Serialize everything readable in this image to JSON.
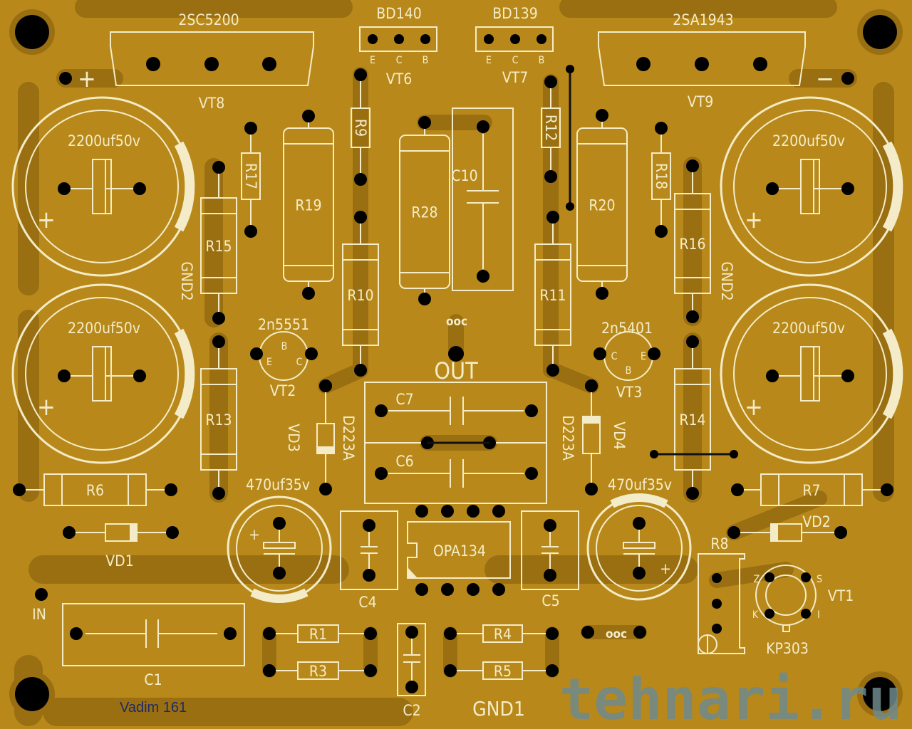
{
  "board": {
    "colors": {
      "substrate": "#b8891a",
      "copper": "#9a6f12",
      "silkscreen": "#f4ecc8",
      "pad": "#000000"
    },
    "power": {
      "plus": "+",
      "minus": "−",
      "gnd2_left": "GND2",
      "gnd2_right": "GND2",
      "gnd1": "GND1"
    },
    "transistors": {
      "vt8": {
        "part": "2SC5200",
        "ref": "VT8"
      },
      "vt9": {
        "part": "2SA1943",
        "ref": "VT9"
      },
      "vt6": {
        "part": "BD140",
        "ref": "VT6",
        "pins": [
          "E",
          "C",
          "B"
        ]
      },
      "vt7": {
        "part": "BD139",
        "ref": "VT7",
        "pins": [
          "E",
          "C",
          "B"
        ]
      },
      "vt2": {
        "part": "2n5551",
        "ref": "VT2",
        "pins": [
          "E",
          "B",
          "C"
        ]
      },
      "vt3": {
        "part": "2n5401",
        "ref": "VT3",
        "pins": [
          "C",
          "B",
          "E"
        ]
      },
      "vt1": {
        "part": "KP303",
        "ref": "VT1",
        "pins": [
          "Z",
          "S",
          "K",
          "I"
        ]
      }
    },
    "capacitors": {
      "big": "2200uf50v",
      "big_plus": "+",
      "medium": "470uf35v",
      "c10": "C10",
      "c7": "C7",
      "c6": "C6",
      "c4": "C4",
      "c5": "C5",
      "c1": "C1",
      "c2": "C2"
    },
    "resistors": {
      "r15": "R15",
      "r17": "R17",
      "r19": "R19",
      "r9": "R9",
      "r10": "R10",
      "r28": "R28",
      "r12": "R12",
      "r11": "R11",
      "r20": "R20",
      "r18": "R18",
      "r16": "R16",
      "r13": "R13",
      "r14": "R14",
      "r6": "R6",
      "r7": "R7",
      "r1": "R1",
      "r3": "R3",
      "r4": "R4",
      "r5": "R5",
      "r8": "R8"
    },
    "diodes": {
      "vd1": "VD1",
      "vd2": "VD2",
      "vd3": "VD3",
      "vd4": "VD4",
      "vd3_part": "D223A",
      "vd4_part": "D223A"
    },
    "ic": {
      "u1": "OPA134"
    },
    "io": {
      "in": "IN",
      "out": "OUT",
      "ooc_top": "ooc",
      "ooc_bottom": "ooc"
    },
    "author": "Vadim 161",
    "watermark": "tehnari.ru"
  }
}
